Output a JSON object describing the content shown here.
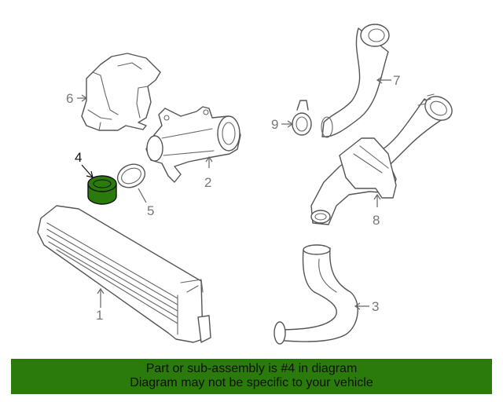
{
  "callouts": {
    "c1": "1",
    "c2": "2",
    "c3": "3",
    "c4": "4",
    "c5": "5",
    "c6": "6",
    "c7": "7",
    "c8": "8",
    "c9": "9"
  },
  "highlight": {
    "part": "4",
    "color": "#2a7a0c"
  },
  "banner": {
    "line1": "Part or sub-assembly is #4 in diagram",
    "line2": "Diagram may not be specific to your vehicle",
    "color": "#2a7a0c"
  }
}
